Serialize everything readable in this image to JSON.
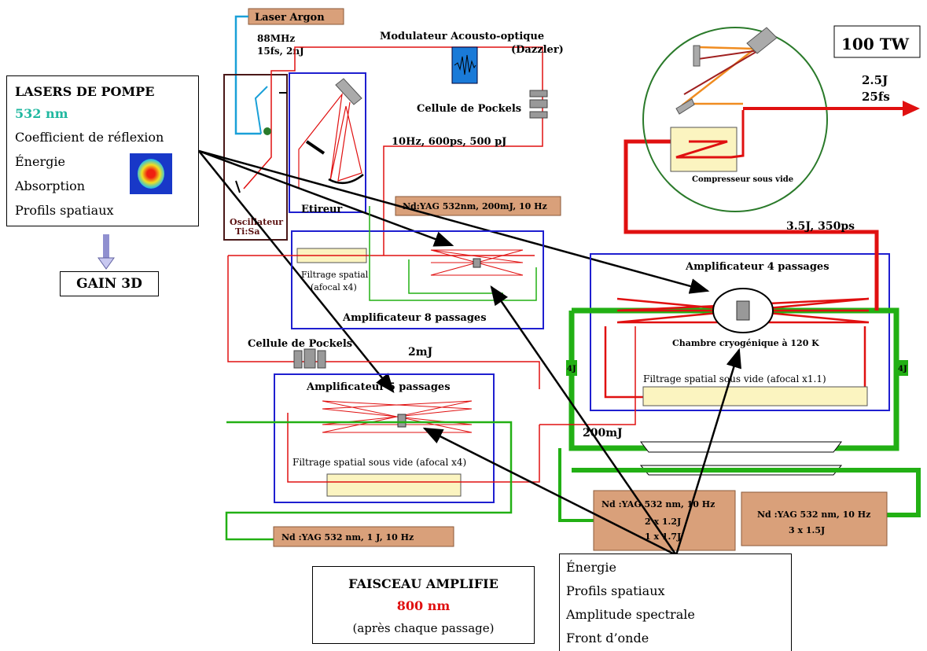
{
  "diagram": {
    "title_100tw": "100 TW",
    "laser_argon": "Laser Argon",
    "osc_freq": "88MHz",
    "osc_pulse": "15fs, 2nJ",
    "oscillator": "Oscillateur",
    "oscillator2": "Ti:Sa",
    "stretcher": "Etireur",
    "dazzler_title": "Modulateur Acousto-optique",
    "dazzler_sub": "(Dazzler)",
    "pockels1": "Cellule de Pockels",
    "pulse_10hz": "10Hz, 600ps, 500 pJ",
    "ndyag_200mj": "Nd:YAG 532nm, 200mJ, 10 Hz",
    "amp8_filter1": "Filtrage spatial",
    "amp8_filter2": "(afocal x4)",
    "amp8": "Amplificateur 8 passages",
    "pockels2": "Cellule de Pockels",
    "energy_2mj": "2mJ",
    "amp5": "Amplificateur 5 passages",
    "amp5_filter": "Filtrage spatial sous vide (afocal x4)",
    "ndyag_1j": "Nd :YAG  532 nm, 1 J, 10 Hz",
    "energy_200mj": "200mJ",
    "amp4": "Amplificateur 4 passages",
    "cryo": "Chambre cryogénique à 120 K",
    "amp4_filter": "Filtrage spatial sous vide (afocal x1.1)",
    "label_4j_left": "4J",
    "label_4j_right": "4J",
    "ndyag_a1": "Nd :YAG  532 nm, 10 Hz",
    "ndyag_a2": "2 x 1.2J",
    "ndyag_a3": "1 x 1.7J",
    "ndyag_b1": "Nd :YAG  532 nm, 10 Hz",
    "ndyag_b2": "3 x 1.5J",
    "energy_35j": "3.5J, 350ps",
    "compressor": "Compresseur sous vide",
    "out_energy": "2.5J",
    "out_duration": "25fs"
  },
  "pump_box": {
    "title": "LASERS DE POMPE",
    "wavelength": "532 nm",
    "items": [
      "Coefficient de réflexion",
      "Énergie",
      "Absorption",
      "Profils spatiaux"
    ]
  },
  "gain": "GAIN 3D",
  "beam_box": {
    "title": "FAISCEAU AMPLIFIE",
    "wavelength": "800 nm",
    "note": "(après chaque passage)"
  },
  "measure_box": {
    "items": [
      "Énergie",
      "Profils spatiaux",
      "Amplitude spectrale",
      "Front d’onde"
    ]
  },
  "colors": {
    "ir_beam": "#e01010",
    "pump_beam": "#22b014",
    "argon_beam": "#1aa0d8",
    "laser_box": "#d9a07a",
    "amp_border": "#1f1fd0",
    "teal": "#20b8a0",
    "compressor_circle": "#2a7a2a"
  }
}
